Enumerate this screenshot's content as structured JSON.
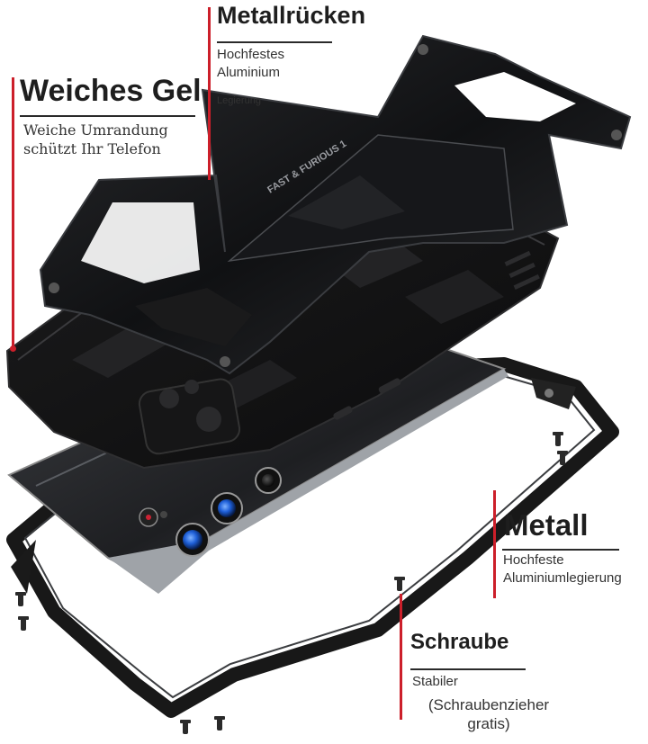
{
  "labels": {
    "back": {
      "title": "Metallrücken",
      "line1": "Hochfestes",
      "line2": "Aluminium",
      "line3": "Legierung"
    },
    "gel": {
      "title": "Weiches Gel",
      "line1": "Weiche Umrandung",
      "line2": "schützt Ihr Telefon"
    },
    "metal": {
      "title": "Metall",
      "line1": "Hochfeste",
      "line2": "Aluminiumlegierung"
    },
    "screw": {
      "title": "Schraube",
      "line1": "Stabiler",
      "line2": "(Schraubenzieher",
      "line3": "gratis)"
    }
  },
  "product_text": {
    "brand_mark": "FAST & FURIOUS 1"
  },
  "colors": {
    "accent_line": "#cc1f2a",
    "case_black": "#141414",
    "phone_silver": "#b9bdc2",
    "lens_blue": "#1e5fd8"
  },
  "icons": [
    "screw-icon",
    "camera-lens-icon"
  ]
}
